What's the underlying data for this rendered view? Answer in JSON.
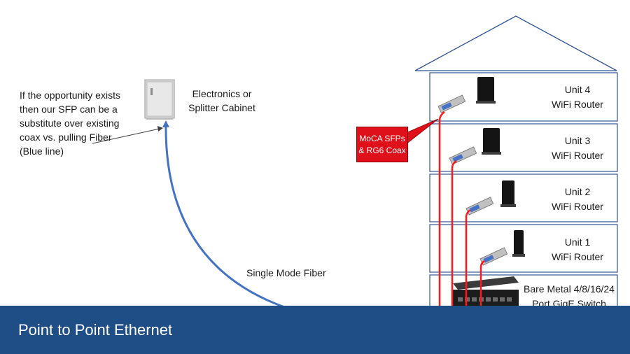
{
  "note": {
    "lines": [
      "If the opportunity exists",
      "then our SFP can be a",
      "substitute over existing",
      "coax vs. pulling Fiber",
      "(Blue line)"
    ]
  },
  "cabinet": {
    "label_lines": [
      "Electronics or",
      "Splitter Cabinet"
    ]
  },
  "fiber": {
    "label": "Single Mode Fiber"
  },
  "callout": {
    "lines": [
      "MoCA SFPs",
      "& RG6 Coax"
    ]
  },
  "units": [
    {
      "name": "Unit 4",
      "device": "WiFi Router"
    },
    {
      "name": "Unit 3",
      "device": "WiFi Router"
    },
    {
      "name": "Unit 2",
      "device": "WiFi Router"
    },
    {
      "name": "Unit 1",
      "device": "WiFi Router"
    }
  ],
  "switch": {
    "label_lines": [
      "Bare Metal 4/8/16/24",
      "Port GigE Switch"
    ]
  },
  "footer": {
    "title": "Point to Point Ethernet"
  },
  "colors": {
    "fiber_line": "#4472c4",
    "coax_line": "#ff1a1a",
    "footer_bar": "#1f4e86",
    "callout": "#e0101a",
    "building_outline": "#2f5597"
  }
}
